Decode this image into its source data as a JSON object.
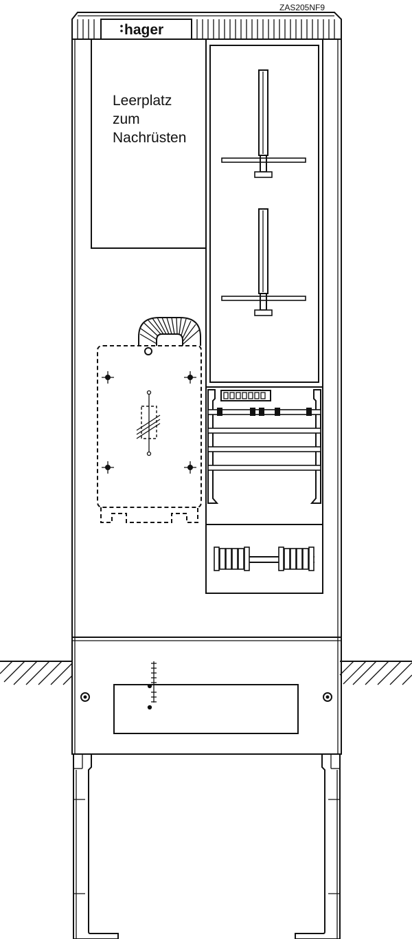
{
  "product_code": "ZAS205NF9",
  "brand": "hager",
  "blank_space_label": [
    "Leerplatz",
    "zum",
    "Nachrüsten"
  ],
  "icons": [
    "hager-logo",
    "meter-mount",
    "fuse-holder",
    "busbar",
    "terminal-block",
    "ground-hatching",
    "screw"
  ]
}
